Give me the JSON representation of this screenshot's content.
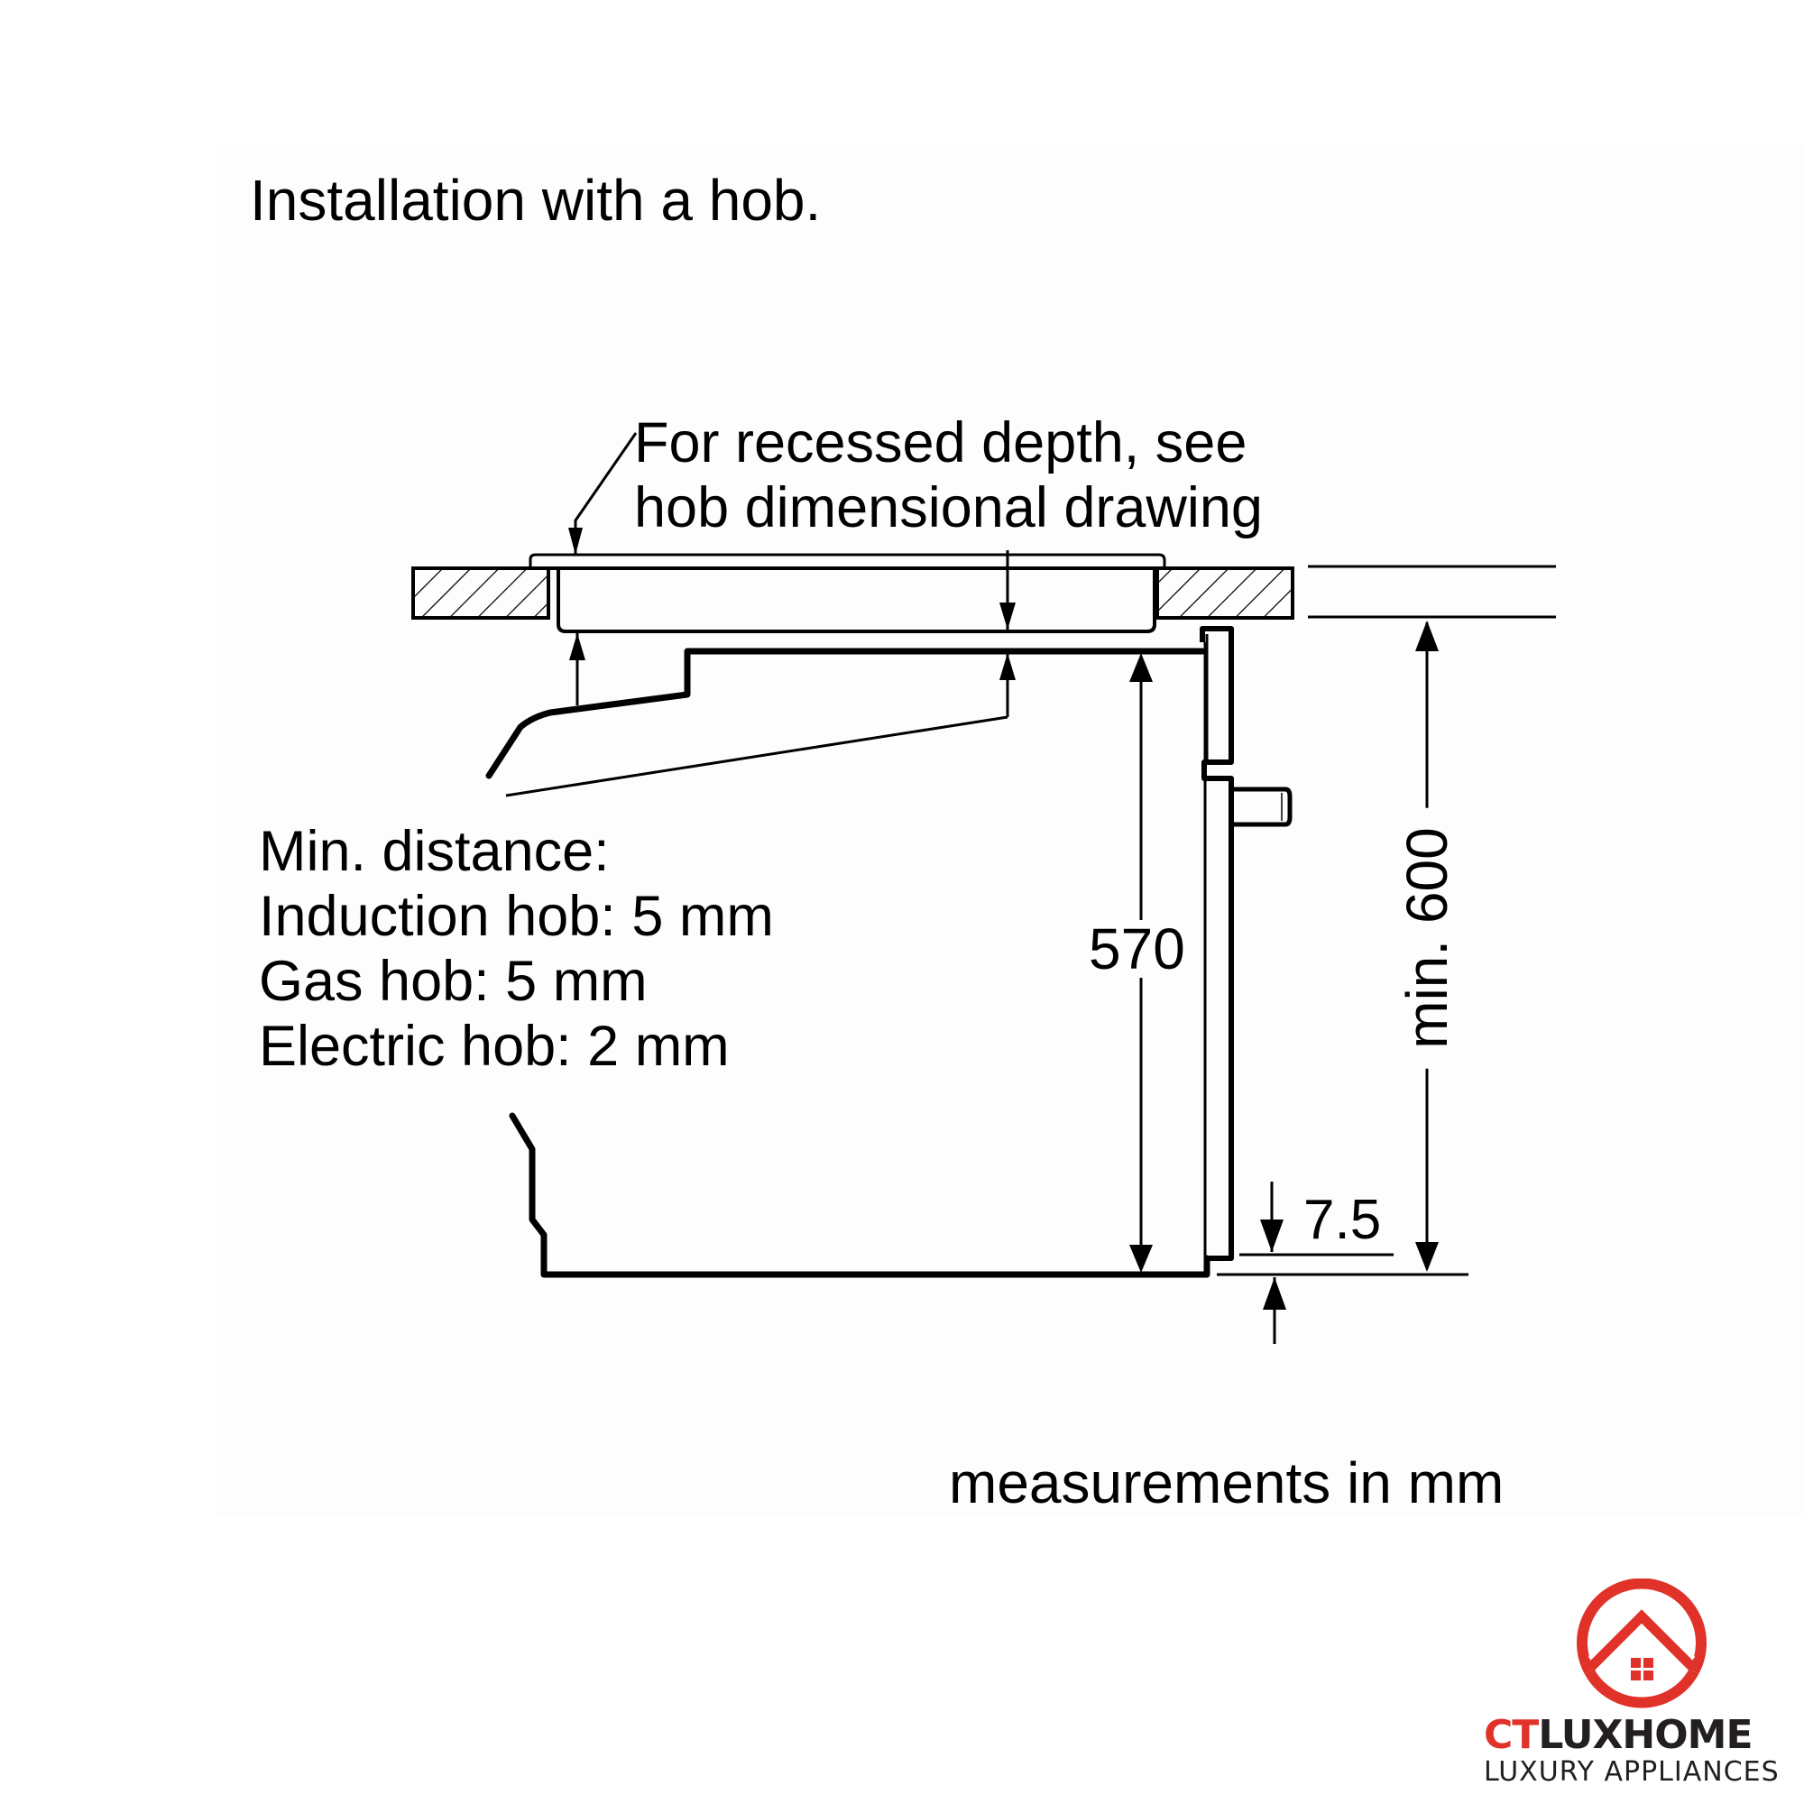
{
  "diagram": {
    "title": "Installation with a hob.",
    "callout": {
      "line1": "For recessed depth, see",
      "line2": "hob dimensional drawing"
    },
    "min_distance": {
      "heading": "Min. distance:",
      "items": [
        {
          "label": "Induction hob: 5 mm"
        },
        {
          "label": "Gas hob: 5 mm"
        },
        {
          "label": "Electric hob: 2 mm"
        }
      ]
    },
    "dimensions": {
      "oven_height": "570",
      "cavity_height": "min. 600",
      "bottom_offset": "7.5"
    },
    "units_note": "measurements in mm",
    "colors": {
      "line": "#000000",
      "background": "#ffffff",
      "panel": "#fdfdfd"
    }
  },
  "brand": {
    "name_prefix": "CT",
    "name_suffix": "LUXHOME",
    "tagline": "LUXURY APPLIANCES",
    "icon": "house-in-circle-icon",
    "colors": {
      "accent": "#e03229",
      "text": "#231f20"
    }
  }
}
